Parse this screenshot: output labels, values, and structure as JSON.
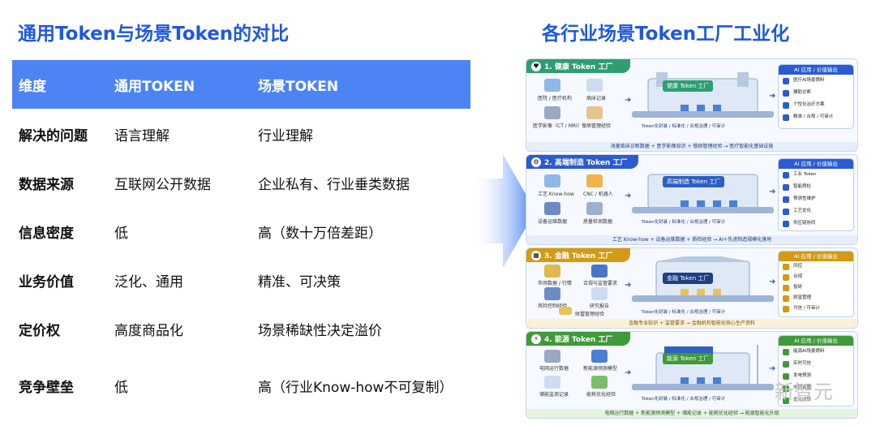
{
  "left_title": "通用Token与场景Token的对比",
  "right_title": "各行业场景Token工厂工业化",
  "table": {
    "headers": [
      "维度",
      "通用TOKEN",
      "场景TOKEN"
    ],
    "rows": [
      [
        "解决的问题",
        "语言理解",
        "行业理解"
      ],
      [
        "数据来源",
        "互联网公开数据",
        "企业私有、行业垂类数据"
      ],
      [
        "信息密度",
        "低",
        "高（数十万倍差距）"
      ],
      [
        "业务价值",
        "泛化、通用",
        "精准、可决策"
      ],
      [
        "定价权",
        "高度商品化",
        "场景稀缺性决定溢价"
      ],
      [
        "竞争壁垒",
        "低",
        "高（行业Know-how不可复制）"
      ]
    ]
  },
  "panels": [
    {
      "head": "1. 健康 Token 工厂",
      "color": "#2f9e6f",
      "inputs": [
        "医院 / 医疗机构",
        "病床记录",
        "医学影像（CT / MRI）",
        "慢病管理经验"
      ],
      "factory_label": "健康 Token 工厂",
      "factory_foot": "Token化封装 / 标准化 / 合规治理 / 可审计",
      "out_head": "AI 应用 / 价值输出",
      "outputs": [
        "医疗AI场景燃料",
        "辅助诊断",
        "个性化治疗方案",
        "精准 / 合规 / 可审计"
      ],
      "foot": "海量临床诊断数据 + 医学影像知识 + 慢病管理经验 → 医疗智能化基础设施"
    },
    {
      "head": "2. 高端制造 Token 工厂",
      "color": "#2a5bd0",
      "inputs": [
        "工艺 Know-how",
        "CNC / 机器人",
        "设备运维数据",
        "质量检测数据"
      ],
      "factory_label": "高端制造 Token 工厂",
      "factory_foot": "Token化封装 / 标准化 / 合规治理 / 可审计",
      "out_head": "AI 应用 / 价值输出",
      "outputs": [
        "工业 Token",
        "智能质检",
        "预测性维护",
        "工艺优化",
        "供应链协同"
      ],
      "foot": "工艺 Know-how + 设备运维数据 + 质检经验 → AI+先进制造规模化落地"
    },
    {
      "head": "3. 金融 Token 工厂",
      "color": "#d39a12",
      "inputs": [
        "市场数据 / 行情",
        "合规与监管要求",
        "风险控制经验",
        "研究报告",
        "财富管理经验"
      ],
      "factory_label": "金融 Token 工厂",
      "factory_foot": "Token化封装 / 标准化 / 合规治理 / 可审计",
      "out_head": "AI 应用 / 价值输出",
      "outputs": [
        "风控",
        "合规",
        "投研",
        "财富管理",
        "可信 / 可审计"
      ],
      "foot": "金融专业知识 + 监管要求 → 金融机构智能化核心生产资料"
    },
    {
      "head": "4. 能源 Token 工厂",
      "color": "#3f9a3a",
      "inputs": [
        "电网运行数据",
        "新能源预测模型",
        "储能监测记录",
        "能耗优化经验"
      ],
      "factory_label": "能源 Token 工厂",
      "factory_foot": "Token化封装 / 标准化 / 合规治理 / 可审计",
      "out_head": "AI 应用 / 价值输出",
      "outputs": [
        "能源AI场景燃料",
        "实时可信",
        "发电预测",
        "电网调度",
        "优化决策"
      ],
      "foot": "电网运行数据 + 新能源预测模型 + 储能记录 + 能耗优化经验 → 能源智能化升级"
    }
  ],
  "watermark": "新智元",
  "colors": {
    "accent": "#1d58e0",
    "table_header": "#4d84f4"
  }
}
